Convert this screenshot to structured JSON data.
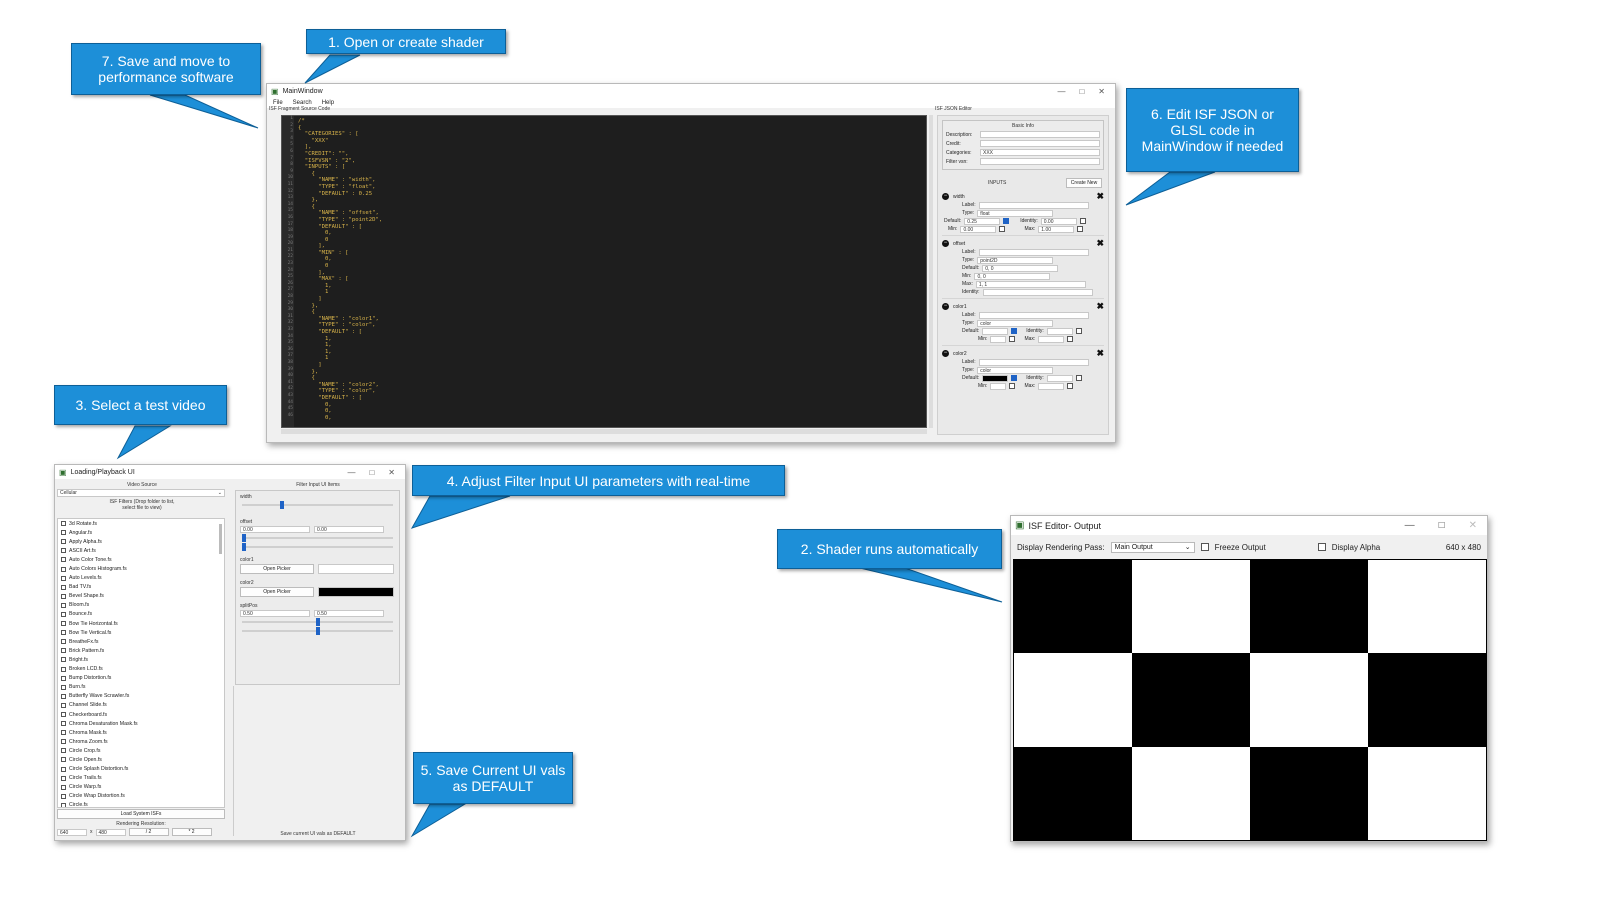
{
  "callouts": {
    "step1": "1. Open or create shader",
    "step2": "2. Shader runs automatically",
    "step3": "3. Select a test video",
    "step4": "4. Adjust Filter Input UI parameters with real-time",
    "step5": "5. Save Current UI vals as DEFAULT",
    "step6": "6. Edit ISF JSON or GLSL code in MainWindow if needed",
    "step7": "7. Save and move to performance software"
  },
  "main_window": {
    "title": "MainWindow",
    "menu": [
      "File",
      "Search",
      "Help"
    ],
    "left_header": "ISF Fragment Source Code",
    "right_header": "ISF JSON Editor",
    "code_lines": [
      "/*",
      "{",
      "  \"CATEGORIES\" : [",
      "    \"XXX\"",
      "  ],",
      "  \"CREDIT\": \"\",",
      "  \"ISFVSN\" : \"2\",",
      "  \"INPUTS\" : [",
      "    {",
      "      \"NAME\" : \"width\",",
      "      \"TYPE\" : \"float\",",
      "      \"DEFAULT\" : 0.25",
      "    },",
      "    {",
      "      \"NAME\" : \"offset\",",
      "      \"TYPE\" : \"point2D\",",
      "      \"DEFAULT\" : [",
      "        0,",
      "        0",
      "      ],",
      "      \"MIN\" : [",
      "        0,",
      "        0",
      "      ],",
      "      \"MAX\" : [",
      "        1,",
      "        1",
      "      ]",
      "    },",
      "    {",
      "      \"NAME\" : \"color1\",",
      "      \"TYPE\" : \"color\",",
      "      \"DEFAULT\" : [",
      "        1,",
      "        1,",
      "        1,",
      "        1",
      "      ]",
      "    },",
      "    {",
      "      \"NAME\" : \"color2\",",
      "      \"TYPE\" : \"color\",",
      "      \"DEFAULT\" : [",
      "        0,",
      "        0,",
      "        0,"
    ],
    "basic_info": {
      "title": "Basic Info",
      "description_label": "Description:",
      "credit_label": "Credit:",
      "categories_label": "Categories:",
      "categories_value": "XXX",
      "filter_vsn_label": "Filter vsn:"
    },
    "inputs_label": "INPUTS",
    "create_new": "Create New",
    "inputs": [
      {
        "name": "width",
        "type": "float",
        "default": "0.25",
        "identity": "0.00",
        "min": "0.00",
        "max": "1.00"
      },
      {
        "name": "offset",
        "type": "point2D",
        "default": "0, 0",
        "min": "0, 0",
        "max": "1, 1"
      },
      {
        "name": "color1",
        "type": "color"
      },
      {
        "name": "color2",
        "type": "color"
      }
    ],
    "field_labels": {
      "label": "Label:",
      "type": "Type:",
      "default": "Default:",
      "identity": "Identity:",
      "min": "Min:",
      "max": "Max:"
    }
  },
  "loading_window": {
    "title": "Loading/Playback UI",
    "video_source_label": "Video Source",
    "video_source_value": "Cellular",
    "filters_label_1": "ISF Filters (Drop folder to list,",
    "filters_label_2": "select file to view)",
    "files": [
      "3d Rotate.fs",
      "Angular.fs",
      "Apply Alpha.fs",
      "ASCII Art.fs",
      "Auto Color Tone.fs",
      "Auto Colors Histogram.fs",
      "Auto Levels.fs",
      "Bad TV.fs",
      "Bevel Shape.fs",
      "Bloom.fs",
      "Bounce.fs",
      "Bow Tie Horizontal.fs",
      "Bow Tie Vertical.fs",
      "BreatheFx.fs",
      "Brick Pattern.fs",
      "Bright.fs",
      "Broken LCD.fs",
      "Bump Distortion.fs",
      "Burn.fs",
      "Butterfly Wave Scrawler.fs",
      "Channel Slide.fs",
      "Checkerboard.fs",
      "Chroma Desaturation Mask.fs",
      "Chroma Mask.fs",
      "Chroma Zoom.fs",
      "Circle Crop.fs",
      "Circle Open.fs",
      "Circle Splash Distortion.fs",
      "Circle Trails.fs",
      "Circle Warp.fs",
      "Circle Wrap Distortion.fs",
      "Circle.fs"
    ],
    "load_system_isfs": "Load System ISFs",
    "rendering_resolution_label": "Rendering Resolution:",
    "res_width": "640",
    "res_x": "x",
    "res_height": "480",
    "half_label": "/ 2",
    "double_label": "* 2",
    "filter_items_label": "Filter Input UI Items",
    "param_width_label": "width",
    "param_offset_label": "offset",
    "offset_x": "0.00",
    "offset_y": "0.00",
    "param_color1_label": "color1",
    "param_color2_label": "color2",
    "open_picker": "Open Picker",
    "param_splitPos_label": "splitPos",
    "split_x": "0.50",
    "split_y": "0.50",
    "save_defaults": "Save current UI vals as DEFAULT",
    "width_value": 0.25
  },
  "output_window": {
    "title": "ISF Editor- Output",
    "display_pass_label": "Display Rendering Pass:",
    "display_pass_value": "Main Output",
    "freeze_output": "Freeze Output",
    "display_alpha": "Display Alpha",
    "resolution": "640 x 480",
    "checker": [
      [
        1,
        0,
        1,
        0
      ],
      [
        0,
        1,
        0,
        1
      ],
      [
        1,
        0,
        1,
        0
      ]
    ]
  },
  "colors": {
    "callout": "#1d8fd8",
    "code_bg": "#1e1e1e",
    "code_text": "#d9b44a",
    "accent": "#1f63c6"
  }
}
